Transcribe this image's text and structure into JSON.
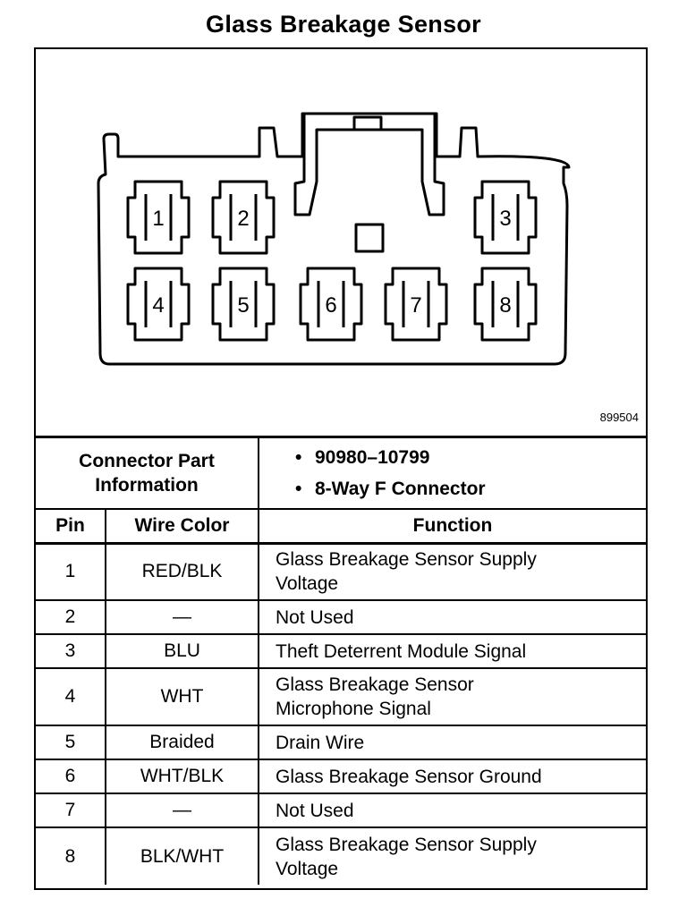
{
  "title": "Glass Breakage Sensor",
  "figure_number": "899504",
  "connector": {
    "pin_numbers": [
      "1",
      "2",
      "3",
      "4",
      "5",
      "6",
      "7",
      "8"
    ]
  },
  "part_info": {
    "label_line1": "Connector Part",
    "label_line2": "Information",
    "items": [
      "90980–10799",
      "8-Way F Connector"
    ],
    "bullet": "•"
  },
  "table": {
    "headers": {
      "pin": "Pin",
      "wire_color": "Wire Color",
      "function": "Function"
    },
    "rows": [
      {
        "pin": "1",
        "wire_color": "RED/BLK",
        "function_line1": "Glass Breakage Sensor Supply",
        "function_line2": "Voltage"
      },
      {
        "pin": "2",
        "wire_color": "—",
        "function_line1": "Not Used",
        "function_line2": ""
      },
      {
        "pin": "3",
        "wire_color": "BLU",
        "function_line1": "Theft Deterrent Module Signal",
        "function_line2": ""
      },
      {
        "pin": "4",
        "wire_color": "WHT",
        "function_line1": "Glass Breakage Sensor",
        "function_line2": "Microphone Signal"
      },
      {
        "pin": "5",
        "wire_color": "Braided",
        "function_line1": "Drain Wire",
        "function_line2": ""
      },
      {
        "pin": "6",
        "wire_color": "WHT/BLK",
        "function_line1": "Glass Breakage Sensor Ground",
        "function_line2": ""
      },
      {
        "pin": "7",
        "wire_color": "—",
        "function_line1": "Not Used",
        "function_line2": ""
      },
      {
        "pin": "8",
        "wire_color": "BLK/WHT",
        "function_line1": "Glass Breakage Sensor Supply",
        "function_line2": "Voltage"
      }
    ]
  }
}
